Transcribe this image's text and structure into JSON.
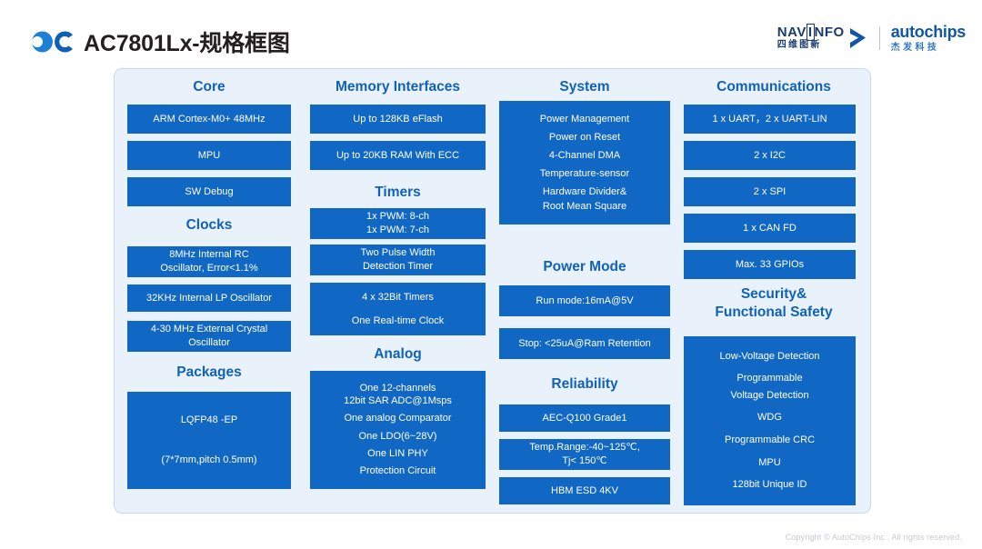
{
  "header": {
    "logo_icon": "oc-logo-icon",
    "title": "AC7801Lx-规格框图",
    "brands": {
      "navinfo": {
        "en_pre": "NAV",
        "en_boxed": "I",
        "en_post": "NFO",
        "en_full": "NAVINFO",
        "cn": "四维图新",
        "chevron_icon": "chevron-right-icon"
      },
      "autochips": {
        "en": "autochips",
        "cn": "杰发科技"
      }
    }
  },
  "colors": {
    "panel_bg": "#e9f1fb",
    "panel_border": "#c5daf0",
    "block_blue": "#1167c4",
    "title_blue": "#1061b8",
    "brand_navy": "#1a3b70",
    "brand_blue": "#1257a5"
  },
  "columns": [
    {
      "id": "core",
      "groups": [
        {
          "title": "Core",
          "blocks": [
            {
              "lines": [
                "ARM Cortex-M0+ 48MHz"
              ]
            },
            {
              "lines": [
                "MPU"
              ]
            },
            {
              "lines": [
                "SW Debug"
              ]
            }
          ]
        },
        {
          "title": "Clocks",
          "blocks": [
            {
              "lines": [
                "8MHz Internal RC",
                "Oscillator, Error<1.1%"
              ]
            },
            {
              "lines": [
                "32KHz Internal LP Oscillator"
              ]
            },
            {
              "lines": [
                "4-30 MHz External Crystal",
                "Oscillator"
              ]
            }
          ]
        },
        {
          "title": "Packages",
          "blocks": [
            {
              "lines": [
                "LQFP48 -EP",
                "(7*7mm,pitch 0.5mm)"
              ]
            }
          ]
        }
      ]
    },
    {
      "id": "memory",
      "groups": [
        {
          "title": "Memory Interfaces",
          "blocks": [
            {
              "lines": [
                "Up to 128KB eFlash"
              ]
            },
            {
              "lines": [
                "Up to 20KB RAM With ECC"
              ]
            }
          ]
        },
        {
          "title": "Timers",
          "blocks": [
            {
              "lines": [
                "1x PWM: 8-ch",
                "1x PWM: 7-ch"
              ]
            },
            {
              "lines": [
                "Two Pulse Width",
                "Detection Timer"
              ]
            },
            {
              "lines": [
                "4 x 32Bit Timers",
                "One Real-time Clock"
              ],
              "spaced": true
            }
          ]
        },
        {
          "title": "Analog",
          "blocks": [
            {
              "lines": [
                "One 12-channels",
                "12bit SAR ADC@1Msps",
                "One analog Comparator",
                "One LDO(6~28V)",
                "One LIN PHY",
                "Protection Circuit"
              ]
            }
          ]
        }
      ]
    },
    {
      "id": "system",
      "groups": [
        {
          "title": "System",
          "blocks": [
            {
              "lines": [
                "Power Management",
                "Power on Reset",
                "4-Channel DMA",
                "Temperature-sensor",
                "Hardware Divider&",
                "Root Mean Square"
              ]
            }
          ]
        },
        {
          "title": "Power Mode",
          "blocks": [
            {
              "lines": [
                "Run mode:16mA@5V"
              ]
            },
            {
              "lines": [
                "Stop: <25uA@Ram Retention"
              ]
            }
          ]
        },
        {
          "title": "Reliability",
          "blocks": [
            {
              "lines": [
                "AEC-Q100 Grade1"
              ]
            },
            {
              "lines": [
                "Temp.Range:-40~125℃,",
                "Tj< 150℃"
              ]
            },
            {
              "lines": [
                "HBM ESD  4KV"
              ]
            }
          ]
        }
      ]
    },
    {
      "id": "communications",
      "groups": [
        {
          "title": "Communications",
          "blocks": [
            {
              "lines": [
                "1 x UART，2 x UART-LIN"
              ]
            },
            {
              "lines": [
                "2 x I2C"
              ]
            },
            {
              "lines": [
                "2 x SPI"
              ]
            },
            {
              "lines": [
                "1 x CAN FD"
              ]
            },
            {
              "lines": [
                "Max. 33 GPIOs"
              ]
            }
          ]
        },
        {
          "title": "Security&\nFunctional Safety",
          "title_lines": [
            "Security&",
            "Functional Safety"
          ],
          "blocks": [
            {
              "lines": [
                "Low-Voltage Detection",
                "Programmable",
                "Voltage Detection",
                "WDG",
                "Programmable CRC",
                "MPU",
                "128bit Unique ID"
              ]
            }
          ]
        }
      ]
    }
  ],
  "footer": {
    "copyright": "Copyright © AutoChips Inc . All rights reserved."
  }
}
